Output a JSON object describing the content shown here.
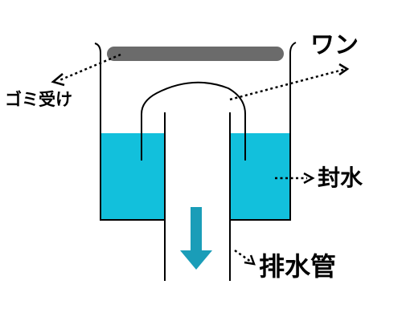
{
  "labels": {
    "wan": "ワン",
    "gomi_uke": "ゴミ受け",
    "fusui": "封水",
    "haisuikan": "排水管"
  },
  "colors": {
    "water": "#12c0dc",
    "arrow": "#1a9db8",
    "grate": "#6b6b6b",
    "outline": "#000000"
  }
}
